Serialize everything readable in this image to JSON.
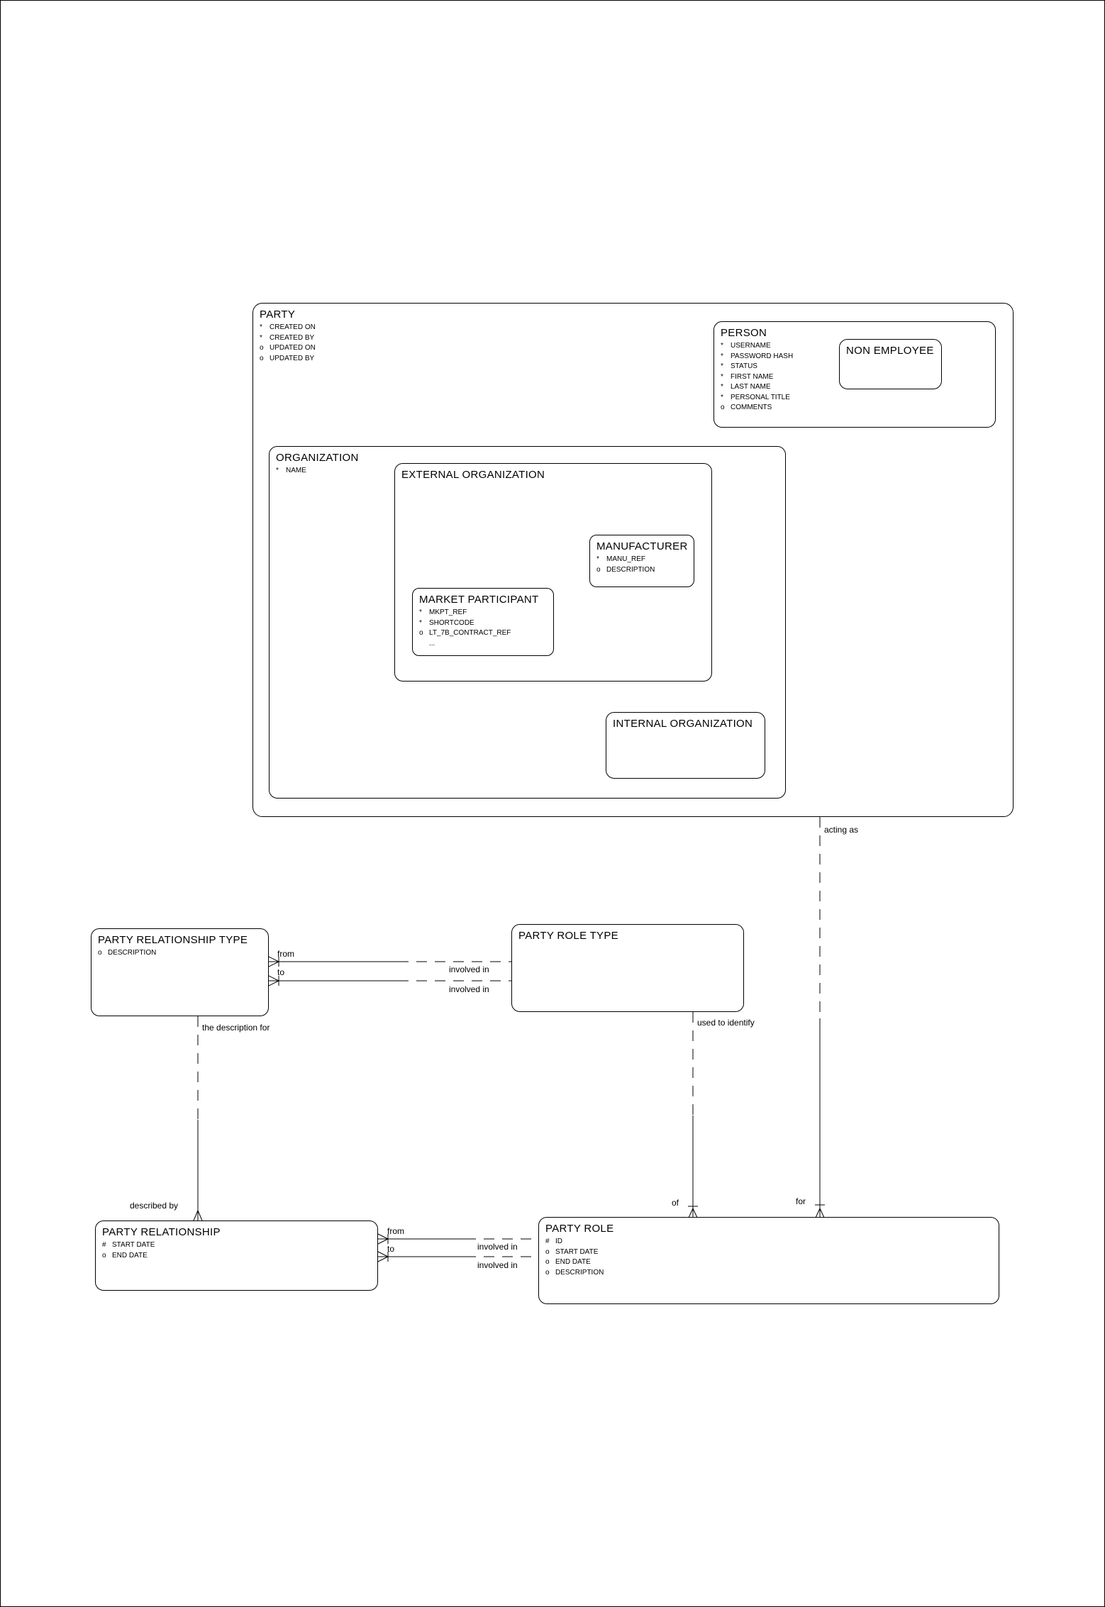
{
  "canvas": {
    "background": "#ffffff",
    "line_color": "#000000"
  },
  "entities": {
    "party": {
      "title": "PARTY",
      "attrs": [
        {
          "p": "*",
          "n": "CREATED ON"
        },
        {
          "p": "*",
          "n": "CREATED BY"
        },
        {
          "p": "o",
          "n": "UPDATED ON"
        },
        {
          "p": "o",
          "n": "UPDATED BY"
        }
      ]
    },
    "person": {
      "title": "PERSON",
      "attrs": [
        {
          "p": "*",
          "n": "USERNAME"
        },
        {
          "p": "*",
          "n": "PASSWORD HASH"
        },
        {
          "p": "*",
          "n": "STATUS"
        },
        {
          "p": "*",
          "n": "FIRST NAME"
        },
        {
          "p": "*",
          "n": "LAST NAME"
        },
        {
          "p": "*",
          "n": "PERSONAL TITLE"
        },
        {
          "p": "o",
          "n": "COMMENTS"
        }
      ]
    },
    "non_employee": {
      "title": "NON EMPLOYEE"
    },
    "organization": {
      "title": "ORGANIZATION",
      "attrs": [
        {
          "p": "*",
          "n": "NAME"
        }
      ]
    },
    "external_organization": {
      "title": "EXTERNAL ORGANIZATION"
    },
    "manufacturer": {
      "title": "MANUFACTURER",
      "attrs": [
        {
          "p": "*",
          "n": "MANU_REF"
        },
        {
          "p": "o",
          "n": "DESCRIPTION"
        }
      ]
    },
    "market_participant": {
      "title": "MARKET PARTICIPANT",
      "attrs": [
        {
          "p": "*",
          "n": "MKPT_REF"
        },
        {
          "p": "*",
          "n": "SHORTCODE"
        },
        {
          "p": "o",
          "n": "LT_7B_CONTRACT_REF"
        },
        {
          "p": "",
          "n": "..."
        }
      ]
    },
    "internal_organization": {
      "title": "INTERNAL ORGANIZATION"
    },
    "party_relationship_type": {
      "title": "PARTY RELATIONSHIP TYPE",
      "attrs": [
        {
          "p": "o",
          "n": "DESCRIPTION"
        }
      ]
    },
    "party_role_type": {
      "title": "PARTY ROLE TYPE"
    },
    "party_relationship": {
      "title": "PARTY RELATIONSHIP",
      "attrs": [
        {
          "p": "#",
          "n": "START DATE"
        },
        {
          "p": "o",
          "n": "END DATE"
        }
      ]
    },
    "party_role": {
      "title": "PARTY ROLE",
      "attrs": [
        {
          "p": "#",
          "n": "ID"
        },
        {
          "p": "o",
          "n": "START DATE"
        },
        {
          "p": "o",
          "n": "END DATE"
        },
        {
          "p": "o",
          "n": "DESCRIPTION"
        }
      ]
    }
  },
  "relationship_labels": {
    "acting_as": "acting as",
    "for": "for",
    "of": "of",
    "used_to_identify": "used to identify",
    "the_description_for": "the description for",
    "described_by": "described by",
    "type_from": "from",
    "type_to": "to",
    "type_involved_in_upper": "involved in",
    "type_involved_in_lower": "involved in",
    "rel_from": "from",
    "rel_to": "to",
    "rel_involved_in_upper": "involved in",
    "rel_involved_in_lower": "involved in"
  }
}
